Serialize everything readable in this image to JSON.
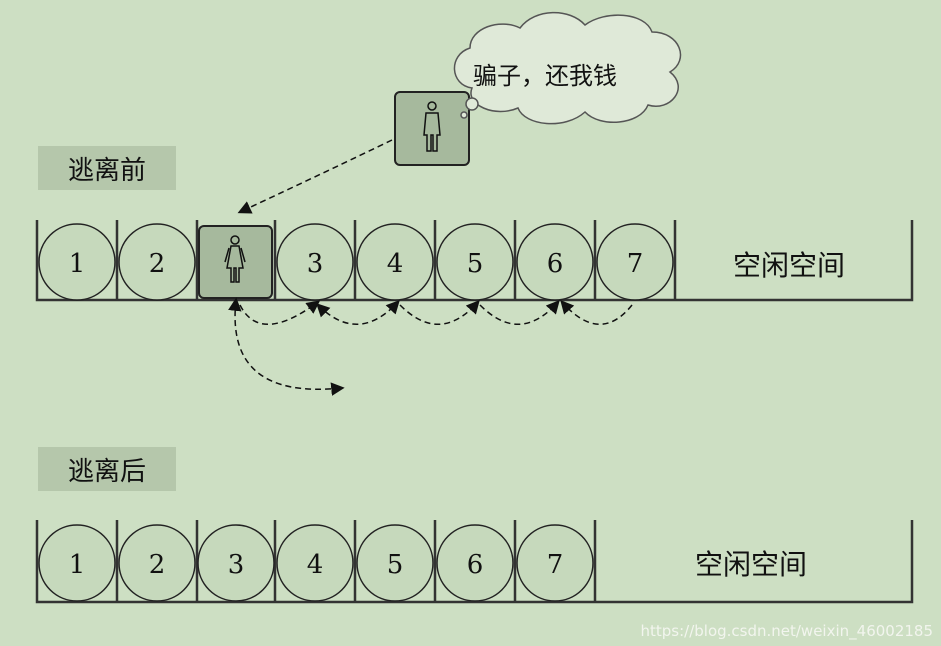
{
  "labels": {
    "before": "逃离前",
    "after": "逃离后"
  },
  "speech": "骗子，还我钱",
  "free_space": "空闲空间",
  "queue_before": [
    "1",
    "2",
    "woman-icon",
    "3",
    "4",
    "5",
    "6",
    "7"
  ],
  "queue_after": [
    "1",
    "2",
    "3",
    "4",
    "5",
    "6",
    "7"
  ],
  "watermark": "https://blog.csdn.net/weixin_46002185",
  "colors": {
    "background": "#cddfc3",
    "label_bg": "#b5c7ab",
    "person_tile": "#a6b99d",
    "circle_fill": "#c6d9bc"
  }
}
